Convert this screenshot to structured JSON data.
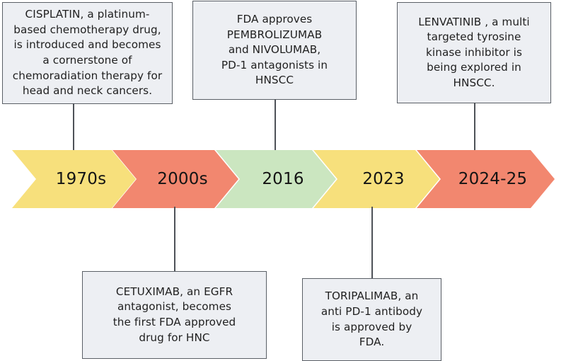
{
  "figure": {
    "type": "timeline",
    "title": "",
    "palette": {
      "yellow": "#F7E07C",
      "salmon": "#F2876F",
      "green": "#CBE6C0",
      "box_fill": "#EDEFF3",
      "box_border": "#5A5F66",
      "connector": "#4E5258",
      "text": "#1F1F1F"
    }
  },
  "timeline": {
    "milestones": [
      {
        "label": "1970s",
        "color_name": "yellow",
        "color": "#F7E07C"
      },
      {
        "label": "2000s",
        "color_name": "salmon",
        "color": "#F2876F"
      },
      {
        "label": "2016",
        "color_name": "green",
        "color": "#CBE6C0"
      },
      {
        "label": "2023",
        "color_name": "yellow",
        "color": "#F7E07C"
      },
      {
        "label": "2024-25",
        "color_name": "salmon",
        "color": "#F2876F"
      }
    ]
  },
  "callouts": {
    "top": [
      {
        "id": "cisplatin",
        "milestone": "1970s",
        "text": "CISPLATIN, a platinum-\nbased chemotherapy drug,\nis introduced and becomes\na cornerstone of\nchemoradiation therapy for\nhead and neck cancers."
      },
      {
        "id": "pembrolizumab",
        "milestone": "2016",
        "text": "FDA approves\nPEMBROLIZUMAB\nand NIVOLUMAB,\nPD-1 antagonists in\nHNSCC"
      },
      {
        "id": "lenvatinib",
        "milestone": "2024-25",
        "text": "LENVATINIB , a multi\ntargeted tyrosine\nkinase inhibitor is\nbeing explored in\nHNSCC."
      }
    ],
    "bottom": [
      {
        "id": "cetuximab",
        "milestone": "2000s",
        "text": "CETUXIMAB, an EGFR\nantagonist, becomes\nthe first FDA approved\ndrug for HNC"
      },
      {
        "id": "toripalimab",
        "milestone": "2023",
        "text": "TORIPALIMAB, an\nanti PD-1 antibody\nis approved by\nFDA."
      }
    ]
  }
}
